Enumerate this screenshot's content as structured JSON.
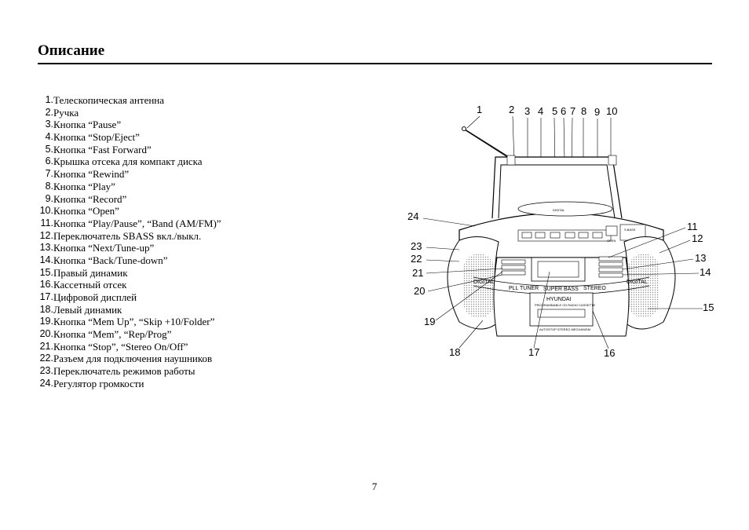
{
  "page": {
    "title": "Описание",
    "page_number": "7"
  },
  "items": [
    {
      "num": "1.",
      "text": "Телескопическая антенна"
    },
    {
      "num": "2.",
      "text": "Ручка"
    },
    {
      "num": "3.",
      "text": "Кнопка “Pause”"
    },
    {
      "num": "4.",
      "text": "Кнопка “Stop/Eject”"
    },
    {
      "num": "5.",
      "text": "Кнопка “Fast Forward”"
    },
    {
      "num": "6.",
      "text": "Крышка отсека для компакт диска"
    },
    {
      "num": "7.",
      "text": "Кнопка “Rewind”"
    },
    {
      "num": "8.",
      "text": "Кнопка “Play”"
    },
    {
      "num": "9.",
      "text": "Кнопка “Record”"
    },
    {
      "num": "10.",
      "text": "Кнопка “Open”"
    },
    {
      "num": "11.",
      "text": "Кнопка “Play/Pause”, “Band (AM/FM)”"
    },
    {
      "num": "12.",
      "text": "Переключатель SBASS вкл./выкл."
    },
    {
      "num": "13.",
      "text": "Кнопка “Next/Tune-up”"
    },
    {
      "num": "14.",
      "text": "Кнопка “Back/Tune-down”"
    },
    {
      "num": "15.",
      "text": "Правый динамик"
    },
    {
      "num": "16.",
      "text": "Кассетный отсек"
    },
    {
      "num": "17.",
      "text": "Цифровой дисплей"
    },
    {
      "num": "18.",
      "text": "Левый динамик"
    },
    {
      "num": "19.",
      "text": "Кнопка “Mem Up”, “Skip +10/Folder”"
    },
    {
      "num": "20.",
      "text": "Кнопка “Mem”, “Rep/Prog”"
    },
    {
      "num": "21.",
      "text": "Кнопка “Stop”, “Stereo On/Off”"
    },
    {
      "num": "22.",
      "text": "Разъем для подключения наушников"
    },
    {
      "num": "23.",
      "text": "Переключатель режимов работы"
    },
    {
      "num": "24.",
      "text": "Регулятор громкости"
    }
  ],
  "figure": {
    "callouts": {
      "c1": "1",
      "c2": "2",
      "c3": "3",
      "c4": "4",
      "c5": "5",
      "c6": "6",
      "c7": "7",
      "c8": "8",
      "c9": "9",
      "c10": "10",
      "c11": "11",
      "c12": "12",
      "c13": "13",
      "c14": "14",
      "c15": "15",
      "c16": "16",
      "c17": "17",
      "c18": "18",
      "c19": "19",
      "c20": "20",
      "c21": "21",
      "c22": "22",
      "c23": "23",
      "c24": "24"
    },
    "device_labels": {
      "digital_left": "DIGITAL",
      "digital_right": "DIGITAL",
      "pll_tuner": "PLL TUNER",
      "super_bass": "SUPER BASS",
      "stereo": "STEREO",
      "brand": "HYUNDAI",
      "model_desc": "PROGRAMMABLE CD RADIO CASSETTE",
      "autostop": "AUTOSTOP STEREO MECHANISM",
      "sbass": "S.BASS",
      "open": "OPEN",
      "lid_text": "DIGITAL"
    }
  }
}
